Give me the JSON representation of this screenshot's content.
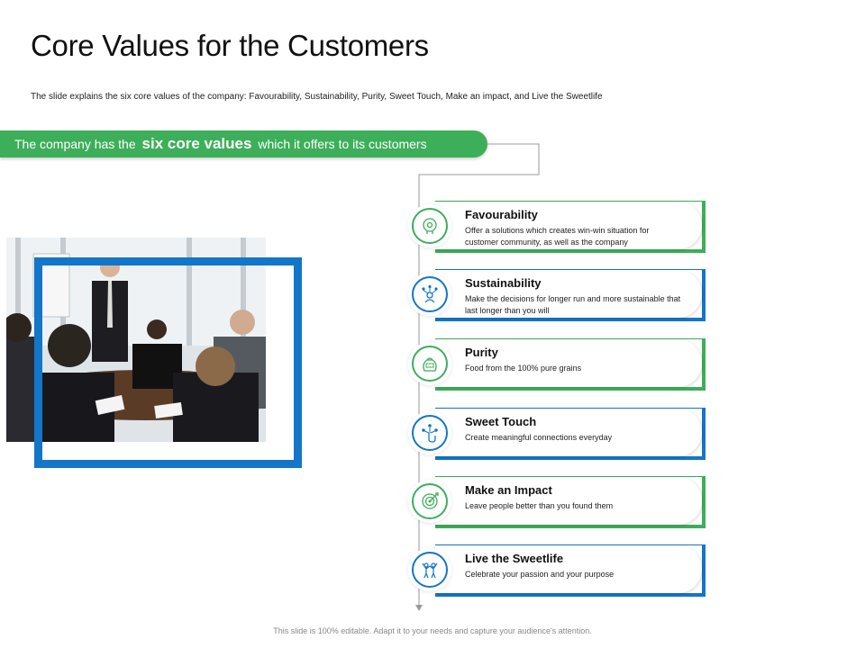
{
  "title": "Core Values for the Customers",
  "subtitle": "The slide explains the six core values of the company: Favourability,  Sustainability,  Purity, Sweet Touch, Make an impact, and Live the Sweetlife",
  "banner": {
    "prefix": "The company has the",
    "emphasis": "six core values",
    "suffix": "which it offers to its customers"
  },
  "values": [
    {
      "title": "Favourability",
      "desc": "Offer a solutions which creates win-win situation for customer community, as well as the company",
      "icon": "mind-gear-icon"
    },
    {
      "title": "Sustainability",
      "desc": "Make the decisions for longer run and more sustainable that last longer than you will",
      "icon": "network-person-icon"
    },
    {
      "title": "Purity",
      "desc": "Food from the 100% pure grains",
      "icon": "grain-sack-icon"
    },
    {
      "title": "Sweet Touch",
      "desc": "Create meaningful connections everyday",
      "icon": "touch-network-icon"
    },
    {
      "title": "Make an Impact",
      "desc": "Leave people better than you found them",
      "icon": "target-icon"
    },
    {
      "title": "Live the Sweetlife",
      "desc": "Celebrate your passion and your purpose",
      "icon": "celebration-icon"
    }
  ],
  "footer": "This slide is 100% editable. Adapt it to your needs and capture your audience's attention.",
  "colors": {
    "green": "#3dae5a",
    "blue": "#1376c8"
  }
}
